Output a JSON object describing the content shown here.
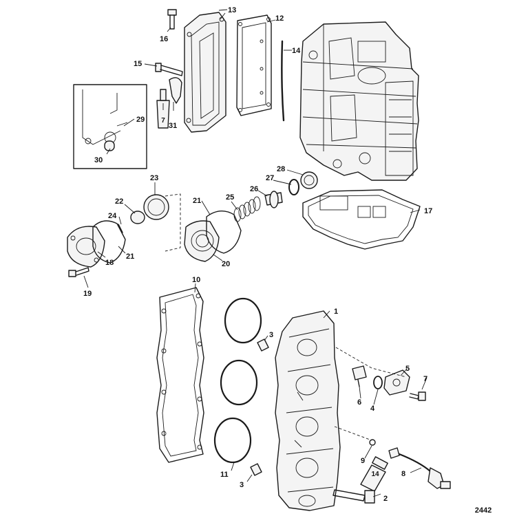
{
  "diagram": {
    "figure_number": "2442",
    "callouts": [
      "1",
      "2",
      "3",
      "3",
      "4",
      "5",
      "6",
      "7",
      "8",
      "9",
      "10",
      "11",
      "12",
      "13",
      "14",
      "15",
      "16",
      "17",
      "18",
      "19",
      "20",
      "21",
      "21",
      "22",
      "23",
      "24",
      "25",
      "26",
      "27",
      "28",
      "29",
      "30",
      "31"
    ],
    "tube_labels": [
      "7",
      "14"
    ]
  },
  "colors": {
    "line": "#1a1a1a",
    "background": "#ffffff"
  }
}
